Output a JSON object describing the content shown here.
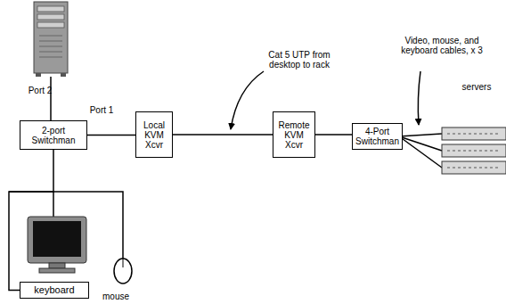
{
  "diagram": {
    "nodes": [
      {
        "text": [
          "2-port Switchman"
        ]
      },
      {
        "text": [
          "Local KVM Xcvr"
        ]
      },
      {
        "text": [
          "Remote KVM Xcvr"
        ]
      },
      {
        "text": [
          "4-Port Switchman"
        ]
      },
      {
        "text": [
          "keyboard"
        ]
      }
    ],
    "edges": [
      {
        "from": 0,
        "to": 1,
        "arrow": "none"
      },
      {
        "from": 1,
        "to": 2,
        "arrow": "none"
      },
      {
        "from": 2,
        "to": 3,
        "arrow": "none"
      },
      {
        "from": 0,
        "to": 4,
        "arrow": "none"
      }
    ],
    "labels": [
      "Port 2",
      "Port 1",
      "Cat 5 UTP from desktop to rack",
      "Video, mouse, and keyboard cables, x 3",
      "servers",
      "mouse"
    ]
  }
}
